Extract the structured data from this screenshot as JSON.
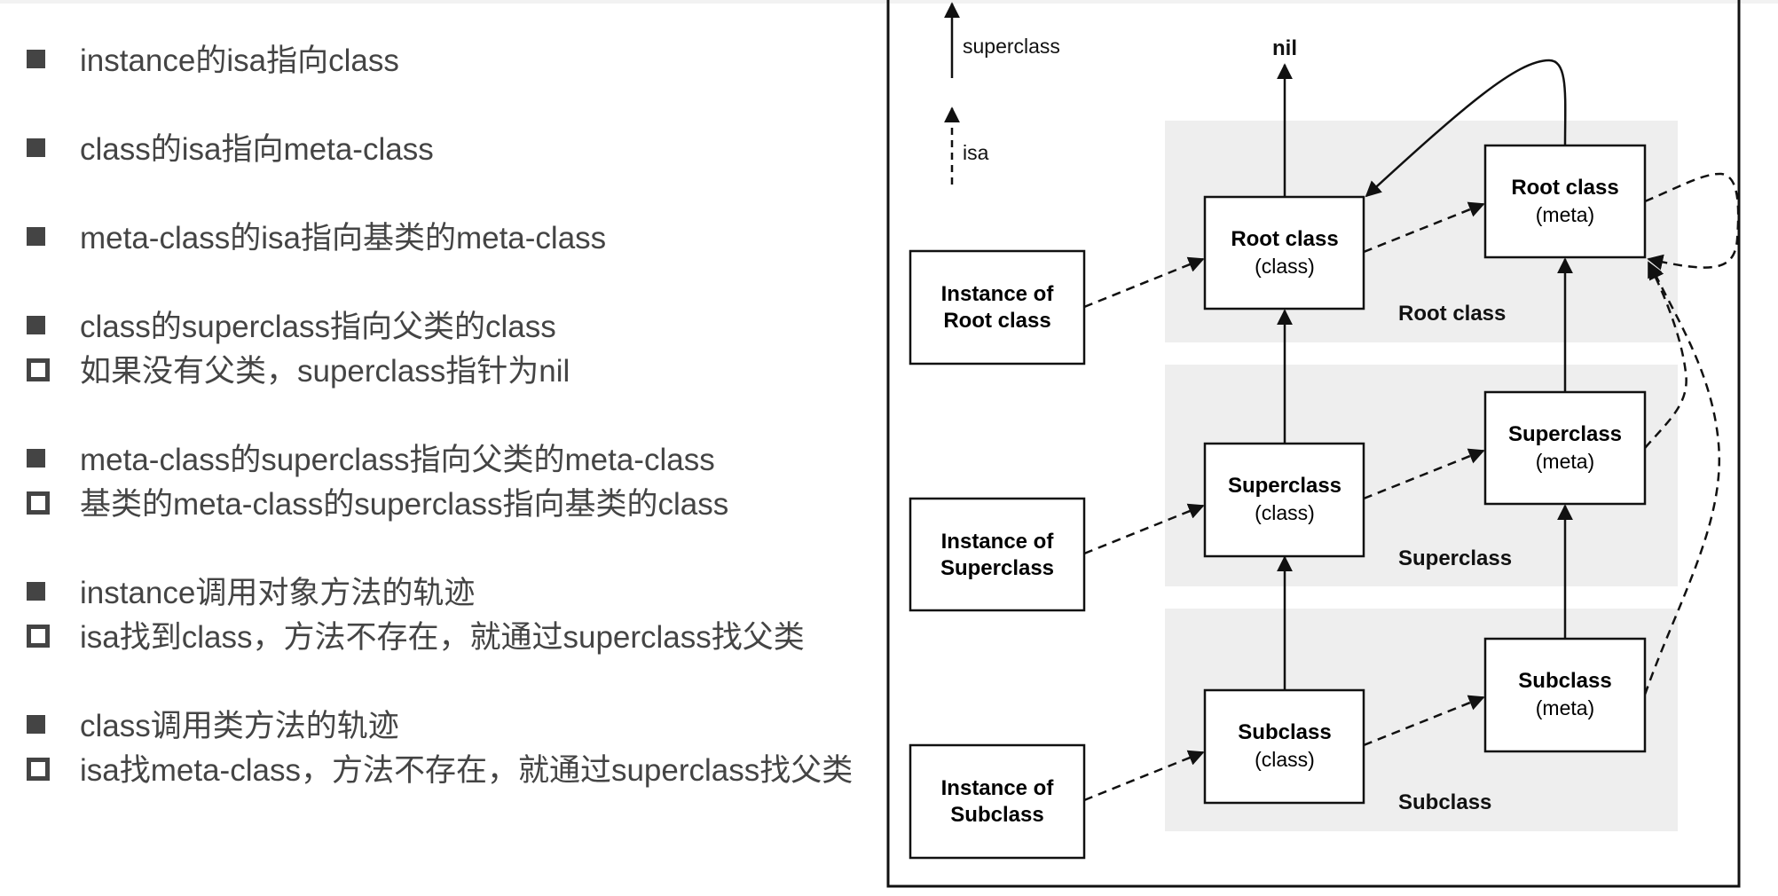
{
  "notes": {
    "items": [
      {
        "type": "main",
        "text": "instance的isa指向class"
      },
      {
        "type": "main",
        "text": "class的isa指向meta-class"
      },
      {
        "type": "main",
        "text": "meta-class的isa指向基类的meta-class"
      },
      {
        "type": "main",
        "text": "class的superclass指向父类的class"
      },
      {
        "type": "sub",
        "text": "如果没有父类，superclass指针为nil"
      },
      {
        "type": "main",
        "text": "meta-class的superclass指向父类的meta-class"
      },
      {
        "type": "sub",
        "text": "基类的meta-class的superclass指向基类的class"
      },
      {
        "type": "main",
        "text": "instance调用对象方法的轨迹"
      },
      {
        "type": "sub",
        "text": "isa找到class，方法不存在，就通过superclass找父类"
      },
      {
        "type": "main",
        "text": "class调用类方法的轨迹"
      },
      {
        "type": "sub",
        "text": "isa找meta-class，方法不存在，就通过superclass找父类"
      }
    ]
  },
  "diagram": {
    "legend": {
      "superclass": "superclass",
      "isa": "isa"
    },
    "nil_label": "nil",
    "bands": [
      "Root class",
      "Superclass",
      "Subclass"
    ],
    "instances": [
      {
        "line1": "Instance of",
        "line2": "Root class"
      },
      {
        "line1": "Instance of",
        "line2": "Superclass"
      },
      {
        "line1": "Instance of",
        "line2": "Subclass"
      }
    ],
    "classes": [
      {
        "title": "Root class",
        "sub": "(class)"
      },
      {
        "title": "Superclass",
        "sub": "(class)"
      },
      {
        "title": "Subclass",
        "sub": "(class)"
      }
    ],
    "metas": [
      {
        "title": "Root class",
        "sub": "(meta)"
      },
      {
        "title": "Superclass",
        "sub": "(meta)"
      },
      {
        "title": "Subclass",
        "sub": "(meta)"
      }
    ],
    "colors": {
      "band": "#eeeeee",
      "stroke": "#111111",
      "text": "#444444"
    }
  }
}
